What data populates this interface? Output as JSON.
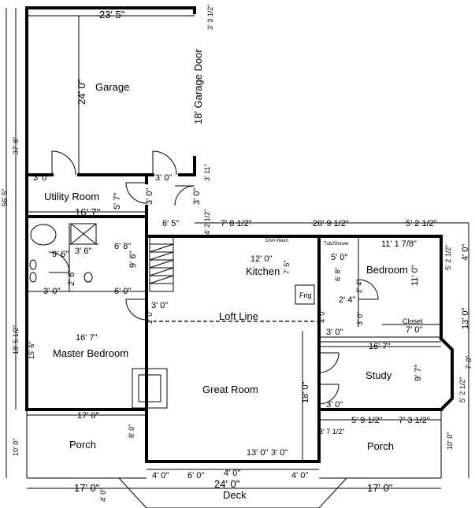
{
  "rooms": {
    "garage": "Garage",
    "utility": "Utility Room",
    "kitchen": "Kitchen",
    "bedroom": "Bedroom",
    "master": "Master Bedroom",
    "great": "Great Room",
    "study": "Study",
    "porch_left": "Porch",
    "porch_right": "Porch",
    "deck": "Deck",
    "closet": "Closet",
    "loft_line": "Loft Line"
  },
  "fixtures": {
    "dish_wash": "Dish Wash",
    "frig": "Frig",
    "tub_shower": "Tub/Shower"
  },
  "dims": {
    "garage_width": "23' 5\"",
    "garage_depth": "24' 0\"",
    "garage_door": "18' Garage Door",
    "d_3_3half": "3' 3 1/2\"",
    "overall_depth": "56' 5\"",
    "garage_section": "37' 8\"",
    "lower_section": "18' 5 1/2\"",
    "porch_depth_left": "10' 0\"",
    "g_door_left": "3' 0\"",
    "g_door_right": "3' 0\"",
    "d_3_11": "3' 11\"",
    "d_5_7": "5' 7\"",
    "d_3_0_util": "3' 0\"",
    "d_3_0_door": "3' 0\"",
    "utility_width": "16' 7\"",
    "d_6_5": "6' 5\"",
    "d_4_2half": "4' 2 1/2\"",
    "d_7_8half": "7' 8 1/2\"",
    "d_20_9half": "20' 9 1/2\"",
    "d_5_2half_top": "5' 2 1/2\"",
    "d_6_8_bath": "6' 8\"",
    "d_3_6": "3' 6\"",
    "d_9_6_h": "9' 6\"",
    "d_9_6_v": "9' 6\"",
    "d_2_6": "2' 6\"",
    "d_3_0_bath": "3' 0\"",
    "d_6_0_bath": "6' 0\"",
    "d_3_0_stair": "3' 0\"",
    "d_2_0": "2' 0\"",
    "d_12_0": "12' 0\"",
    "d_7_5": "7' 5\"",
    "d_5_0": "5' 0\"",
    "d_6_8_kit": "6' 8\"",
    "d_2_4a": "2' 4\"",
    "d_2_4b": "2' 4\"",
    "d_3_0_bed": "3' 0\"",
    "d_4_0_bed": "4' 0\"",
    "bed_width": "11' 1 7/8\"",
    "bed_depth": "11' 0\"",
    "d_5_2half_r": "5' 2 1/2\"",
    "d_4_0_r": "4' 0\"",
    "d_13_0": "13' 0\"",
    "closet_width": "7' 0\"",
    "d_3_0_study_top": "3' 0\"",
    "master_width": "16' 7\"",
    "master_depth": "15' 6\"",
    "study_width": "16' 7\"",
    "study_depth": "9' 7\"",
    "d_7_0_bay": "7' 0\"",
    "d_5_2half_bay": "5' 2 1/2\"",
    "d_3_0_study_door": "3' 0\"",
    "great_depth": "18' 0\"",
    "porch_left_width": "17' 0\"",
    "d_8_0": "8' 0\"",
    "d_3_7half": "3' 7 1/2\"",
    "d_5_9half": "5' 9 1/2\"",
    "d_7_3half": "7' 3 1/2\"",
    "porch_right_depth": "10' 0\"",
    "d_13_0_a": "13' 0\"",
    "d_3_0_b": "3' 0\"",
    "d_4_0_a": "4' 0\"",
    "d_6_0": "6' 0\"",
    "d_4_0_b": "4' 0\"",
    "d_4_0_c": "4' 0\"",
    "deck_left": "17' 0\"",
    "deck_mid": "24' 0\"",
    "deck_right": "17' 0\"",
    "d_4_0_deck": "4' 0\""
  }
}
